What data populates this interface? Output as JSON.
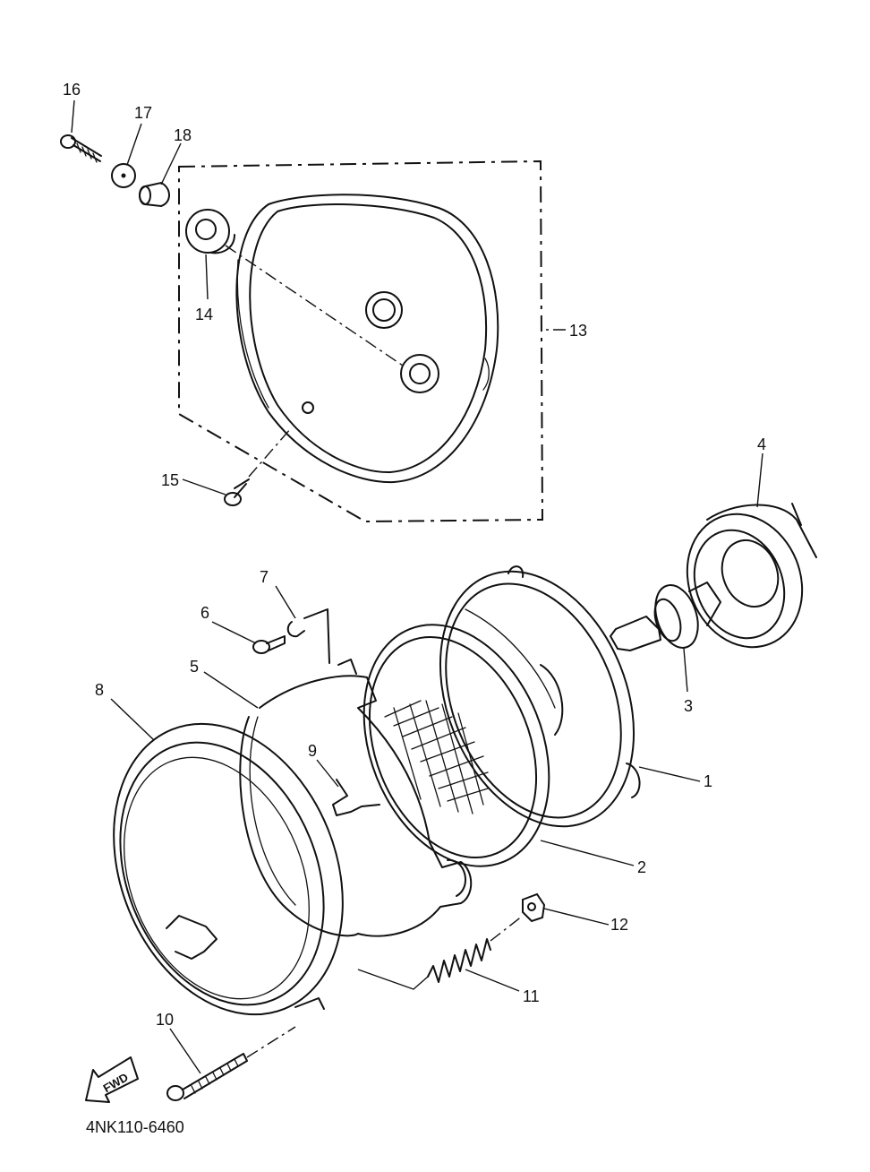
{
  "diagram_code": "4NK110-6460",
  "fwd_label": "FWD",
  "callouts": {
    "p1": "1",
    "p2": "2",
    "p3": "3",
    "p4": "4",
    "p5": "5",
    "p6": "6",
    "p7": "7",
    "p8": "8",
    "p9": "9",
    "p10": "10",
    "p11": "11",
    "p12": "12",
    "p13": "13",
    "p14": "14",
    "p15": "15",
    "p16": "16",
    "p17": "17",
    "p18": "18"
  }
}
